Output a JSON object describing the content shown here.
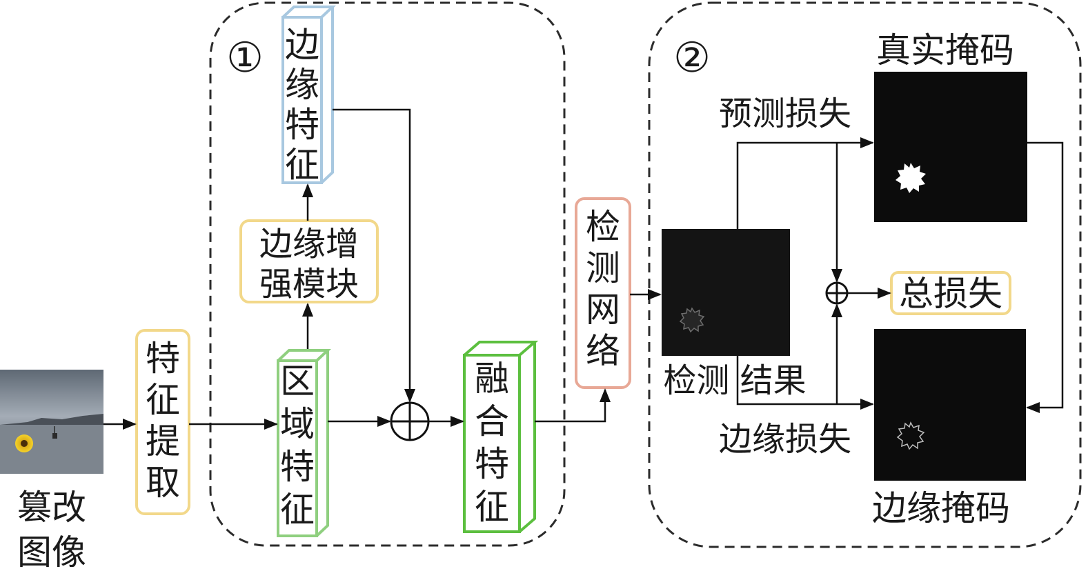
{
  "input_label": [
    "篡改",
    "图像"
  ],
  "feature_extraction": [
    "特",
    "征",
    "提",
    "取"
  ],
  "module1": {
    "number": "①",
    "edge_feature": [
      "边",
      "缘",
      "特",
      "征"
    ],
    "edge_enhance": [
      "边缘增",
      "强模块"
    ],
    "region_feature": [
      "区",
      "域",
      "特",
      "征"
    ],
    "fused_feature": [
      "融",
      "合",
      "特",
      "征"
    ]
  },
  "detection_network": [
    "检",
    "测",
    "网",
    "络"
  ],
  "module2": {
    "number": "②",
    "detection_result": "检测 结果",
    "true_mask": "真实掩码",
    "edge_mask": "边缘掩码",
    "prediction_loss": "预测损失",
    "edge_loss": "边缘损失",
    "total_loss": "总损失"
  },
  "colors": {
    "yellow_box": "#f2d88a",
    "blue_box": "#a8c8e0",
    "green_box": "#8fcf7f",
    "green_box_dark": "#5cbf3f",
    "pink_box": "#e8a896",
    "dashed": "#2b2b2b",
    "black": "#111111"
  }
}
